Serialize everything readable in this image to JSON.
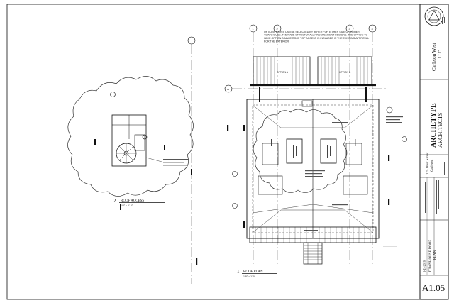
{
  "drawings": {
    "left": {
      "number": "2",
      "title": "ROOF ACCESS",
      "scale": "1/4\" = 1'-0\""
    },
    "main": {
      "number": "1",
      "title": "ROOF PLAN",
      "scale": "1/8\" = 1'-0\""
    }
  },
  "grid_bubbles": [
    "1",
    "2",
    "3",
    "4"
  ],
  "grid_letter": "A",
  "top_note": [
    "OPTIONS A OR B CAN BE SELECTED BY BUYER FOR EITHER SIDE OF EITHER",
    "TOWNHOUSE. THEY ARE STRUCTURALLY INDEPENDENT DESIGNS. THE OPTION TO",
    "HAVE OPTION B MAKE ROOF TOP ACCESS IS INCLUDED IN THE EXISTING APPROVAL",
    "FOR THE EXTERIOR."
  ],
  "deck_labels": [
    "OPTION A",
    "OPTION B"
  ],
  "title_block": {
    "project": [
      "Carleton West",
      "LLC"
    ],
    "firm": [
      "ARCHETYPE",
      "ARCHITECTS"
    ],
    "address": [
      "175 West Street",
      "Carleton"
    ],
    "sheet_title": [
      "TOWNHOUSE ROOF",
      "PLAN"
    ],
    "date": "3-15-2019",
    "sheet_number": "A1.05"
  },
  "colors": {
    "line": "#111111",
    "paper": "#ffffff",
    "cloud": "#333333"
  }
}
